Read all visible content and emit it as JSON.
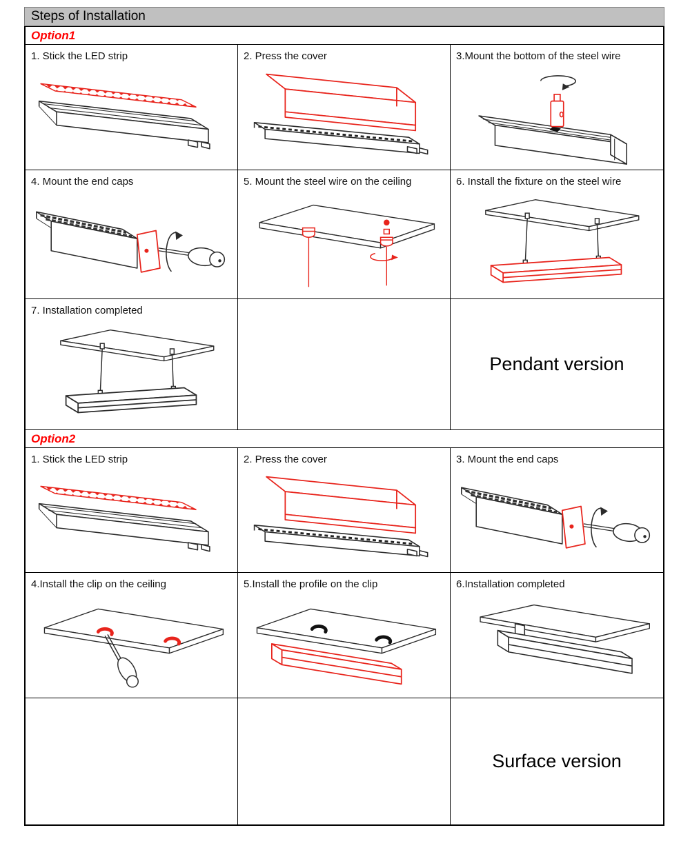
{
  "colors": {
    "header_bg": "#c0c0c0",
    "accent_red": "#ff0000",
    "drawing_red": "#e8241c",
    "drawing_black": "#2b2b2b",
    "border": "#000000"
  },
  "header": {
    "title": "Steps of Installation"
  },
  "option1": {
    "label": "Option1",
    "steps": [
      {
        "label": "1. Stick the LED strip",
        "figure": "led-strip-diagram"
      },
      {
        "label": "2. Press the cover",
        "figure": "press-cover-diagram"
      },
      {
        "label": "3.Mount the bottom of the steel wire",
        "figure": "steel-wire-bottom-diagram"
      },
      {
        "label": "4.  Mount the end caps",
        "figure": "end-caps-diagram"
      },
      {
        "label": "5. Mount the steel wire on the ceiling",
        "figure": "steel-wire-ceiling-diagram"
      },
      {
        "label": "6. Install the fixture on the steel wire",
        "figure": "pendant-fixture-diagram"
      },
      {
        "label": "7.  Installation completed",
        "figure": "pendant-completed-diagram"
      }
    ],
    "version_label": "Pendant version"
  },
  "option2": {
    "label": "Option2",
    "steps": [
      {
        "label": "1. Stick the LED strip",
        "figure": "led-strip-diagram"
      },
      {
        "label": "2. Press the cover",
        "figure": "press-cover-diagram"
      },
      {
        "label": "3.  Mount the end caps",
        "figure": "end-caps-diagram"
      },
      {
        "label": "4.Install the clip on the ceiling",
        "figure": "clip-ceiling-diagram"
      },
      {
        "label": "5.Install the profile on the clip",
        "figure": "profile-on-clip-diagram"
      },
      {
        "label": "6.Installation completed",
        "figure": "surface-completed-diagram"
      }
    ],
    "version_label": "Surface version"
  }
}
